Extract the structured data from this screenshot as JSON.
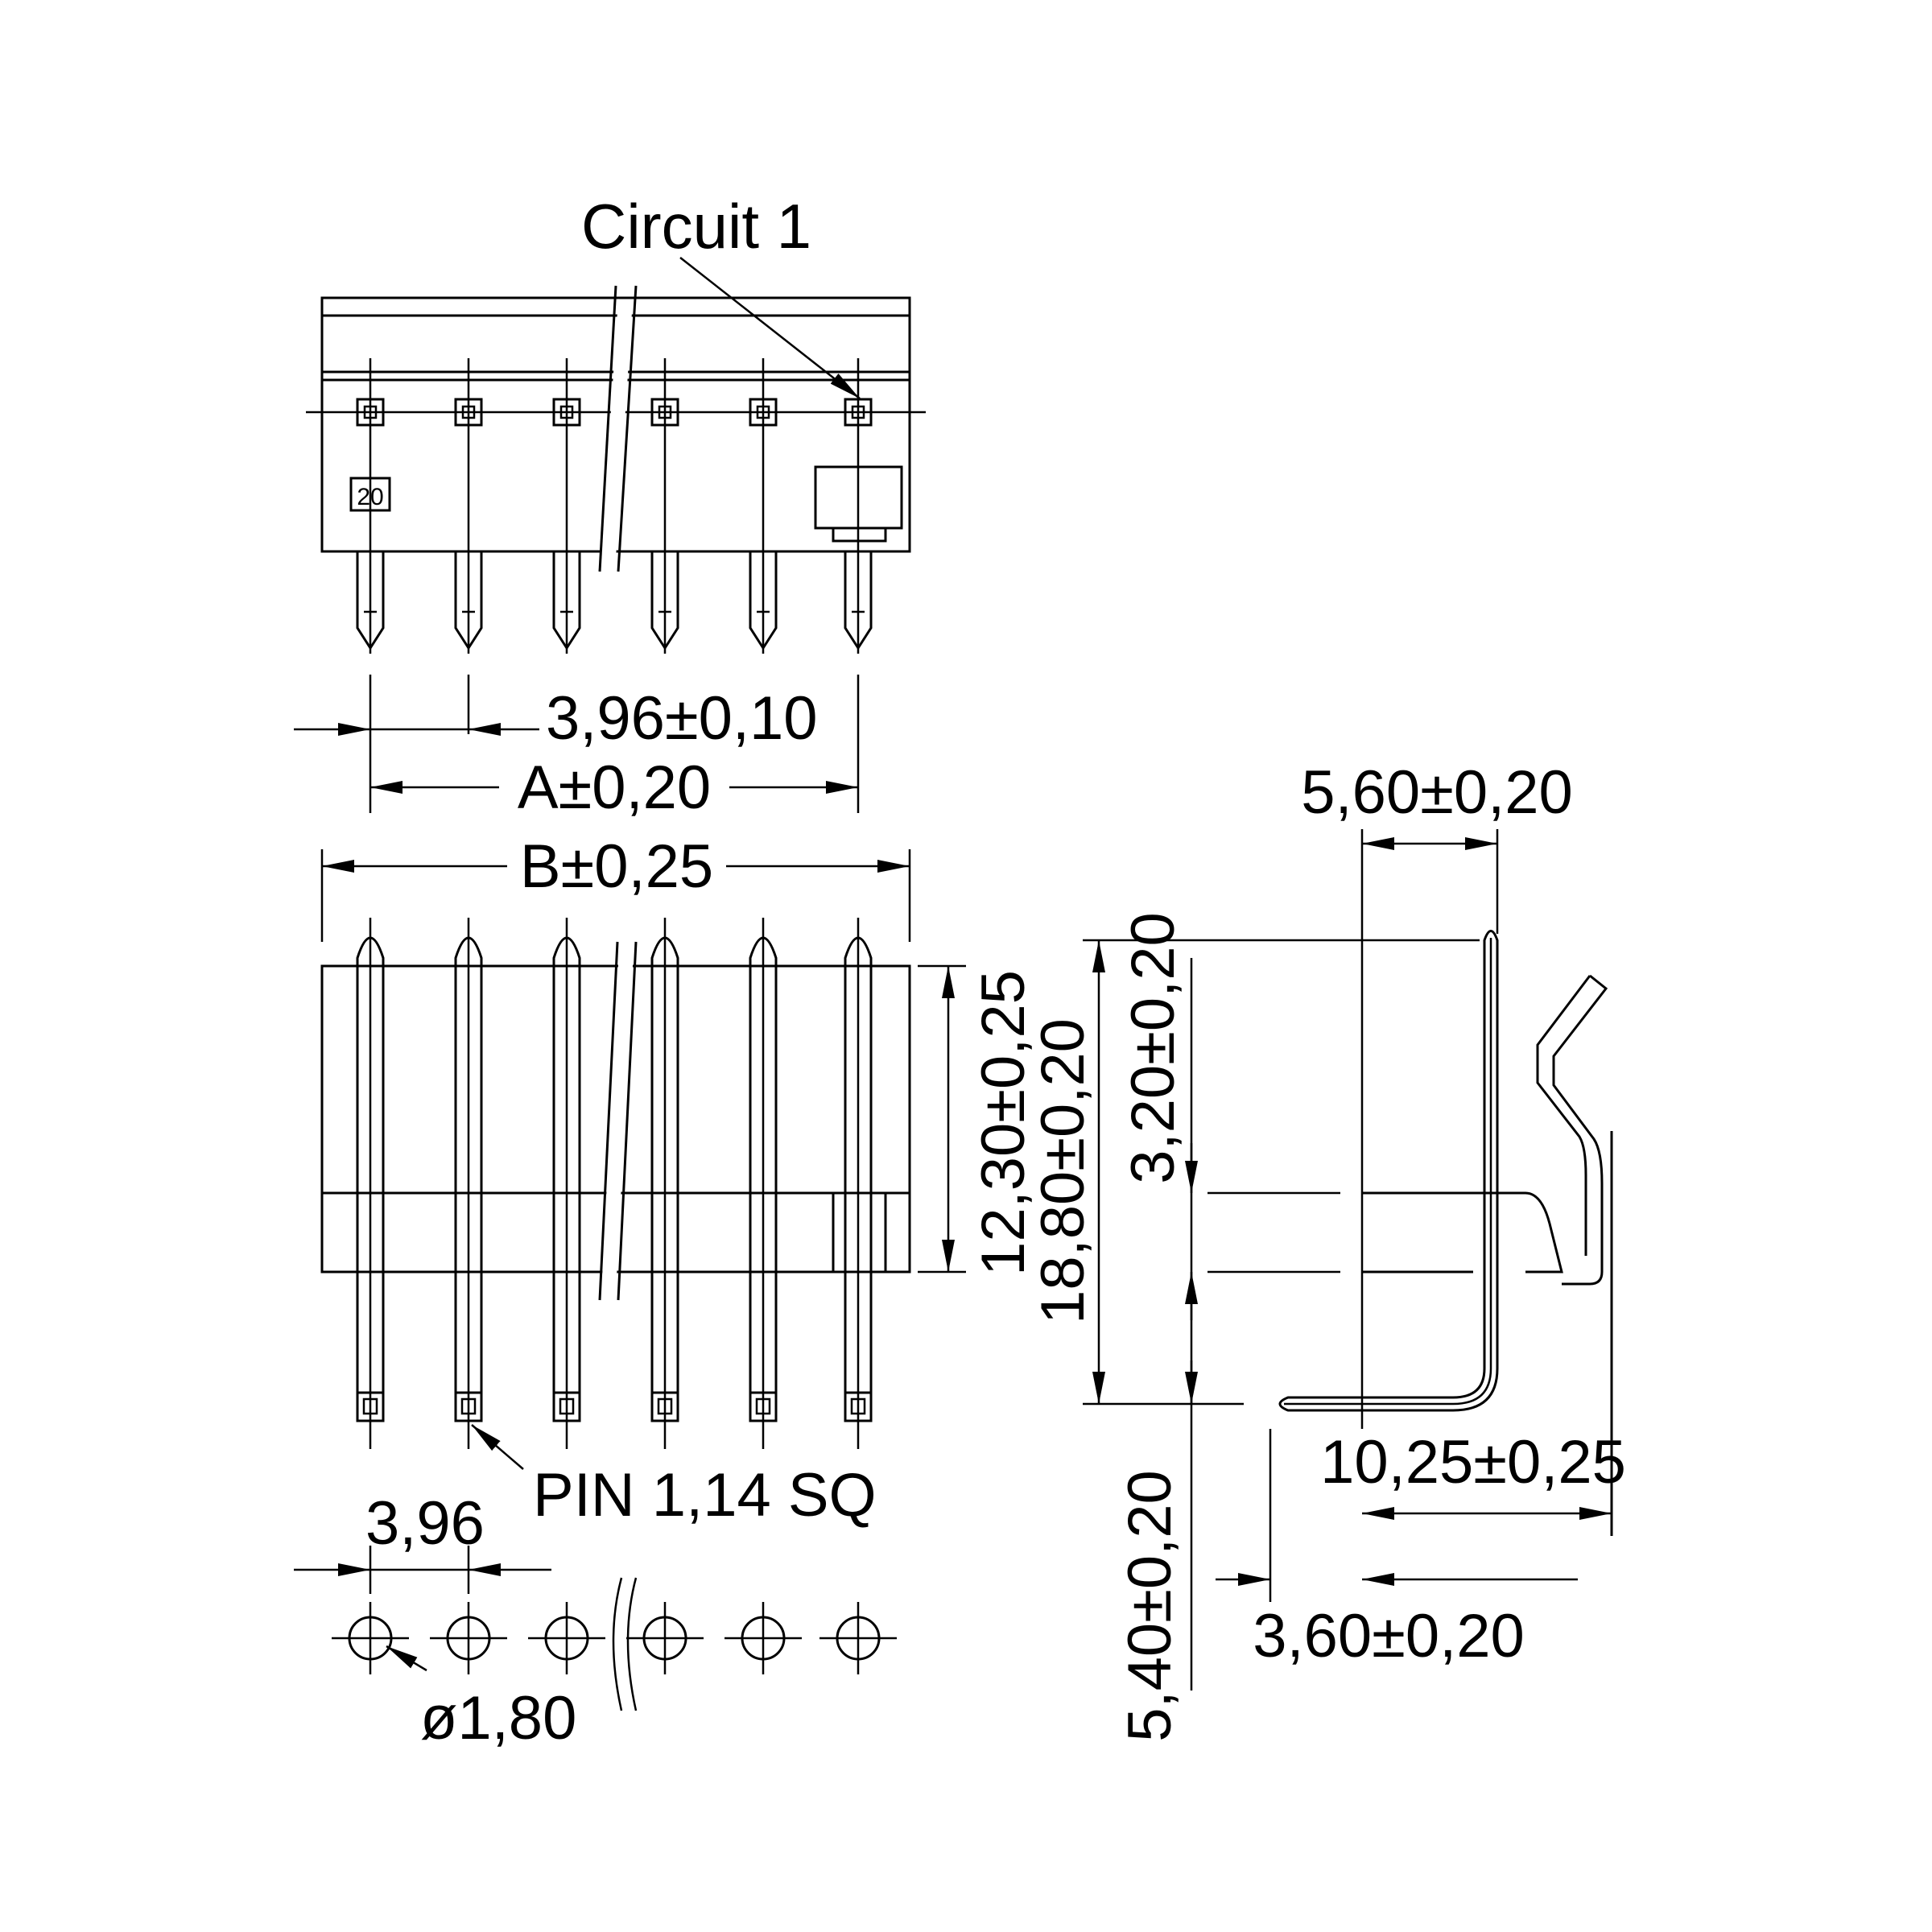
{
  "drawing": {
    "type": "connector technical drawing",
    "pin_count_shown": 6,
    "line_color": "#000000",
    "background": "#ffffff"
  },
  "labels": {
    "circuit": "Circuit 1",
    "pitch_tol": "3,96±0,10",
    "a_tol": "A±0,20",
    "b_tol": "B±0,25",
    "body_height": "12,30±0,25",
    "overall_height": "18,80±0,20",
    "pin_offset": "3,20±0,20",
    "side_width": "5,60±0,20",
    "pin_length": "5,40±0,20",
    "depth": "10,25±0,25",
    "tail": "3,60±0,20",
    "pin_size": "PIN 1,14 SQ",
    "pcb_pitch": "3,96",
    "hole_dia": "ø1,80",
    "pin_number_mark": "20"
  }
}
